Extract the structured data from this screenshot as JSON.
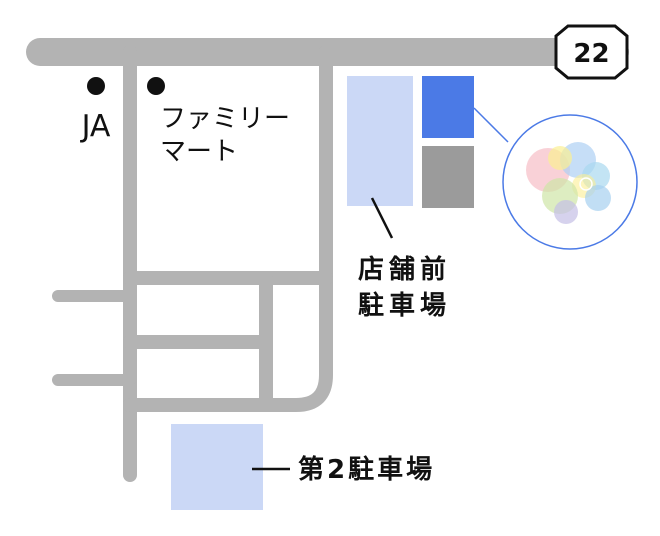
{
  "route_shield": {
    "number": "22"
  },
  "landmarks": {
    "ja": "JA",
    "family_mart": [
      "ファミリー",
      "マート"
    ]
  },
  "parking": {
    "main": [
      "店舗前",
      "駐車場"
    ],
    "second": "第2駐車場"
  },
  "colors": {
    "road": "#b3b3b3",
    "parking_fill": "#cbd8f6",
    "store_blue": "#4b7ae6",
    "store_gray": "#9b9b9b",
    "callout_stroke": "#4b7ae6",
    "text": "#111111"
  },
  "icons": [
    "shop-logo-icon",
    "landmark-dot-icon",
    "route-shield-icon"
  ]
}
